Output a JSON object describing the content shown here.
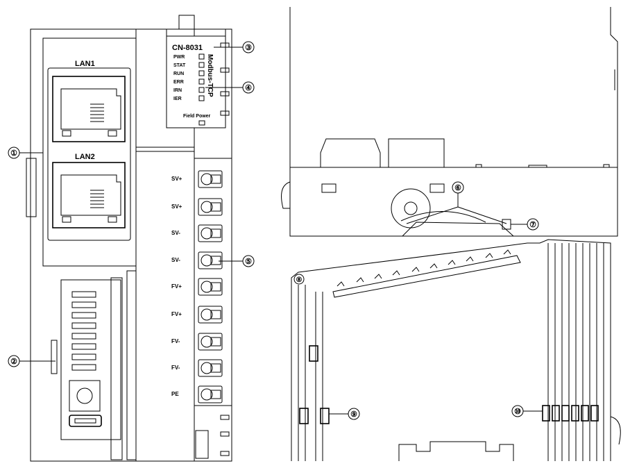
{
  "front": {
    "model": "CN-8031",
    "protocol": "Modbus-TCP",
    "leds": [
      "PWR",
      "STAT",
      "RUN",
      "ERR",
      "IRN",
      "IER"
    ],
    "field_power": "Field Power",
    "lan1": "LAN1",
    "lan2": "LAN2",
    "terminals": [
      "SV+",
      "SV+",
      "SV-",
      "SV-",
      "FV+",
      "FV+",
      "FV-",
      "FV-",
      "PE"
    ]
  },
  "callouts": [
    "①",
    "②",
    "③",
    "④",
    "⑤",
    "⑥",
    "⑦",
    "⑧",
    "⑨",
    "⑩"
  ],
  "colors": {
    "line": "#000000",
    "background": "#ffffff"
  }
}
